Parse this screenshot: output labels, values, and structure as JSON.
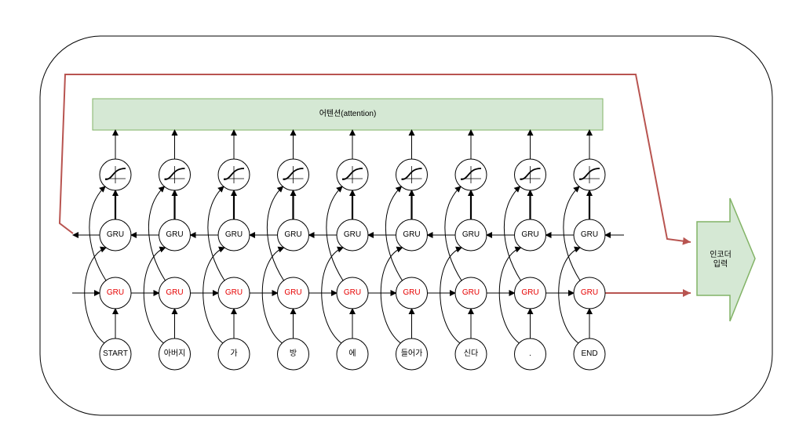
{
  "attention": {
    "label": "어텐션(attention)"
  },
  "encoder_input": {
    "line1": "인코더",
    "line2": "입력"
  },
  "cells": {
    "backward_label": "GRU",
    "forward_label": "GRU"
  },
  "tokens": [
    "START",
    "아버지",
    "가",
    "방",
    "에",
    "들어가",
    "신다",
    ".",
    "END"
  ],
  "colors": {
    "attention_fill": "#d5e8d4",
    "attention_stroke": "#82b366",
    "forward_text": "#e60000",
    "feedback_line": "#b85450",
    "stroke": "#000000"
  }
}
